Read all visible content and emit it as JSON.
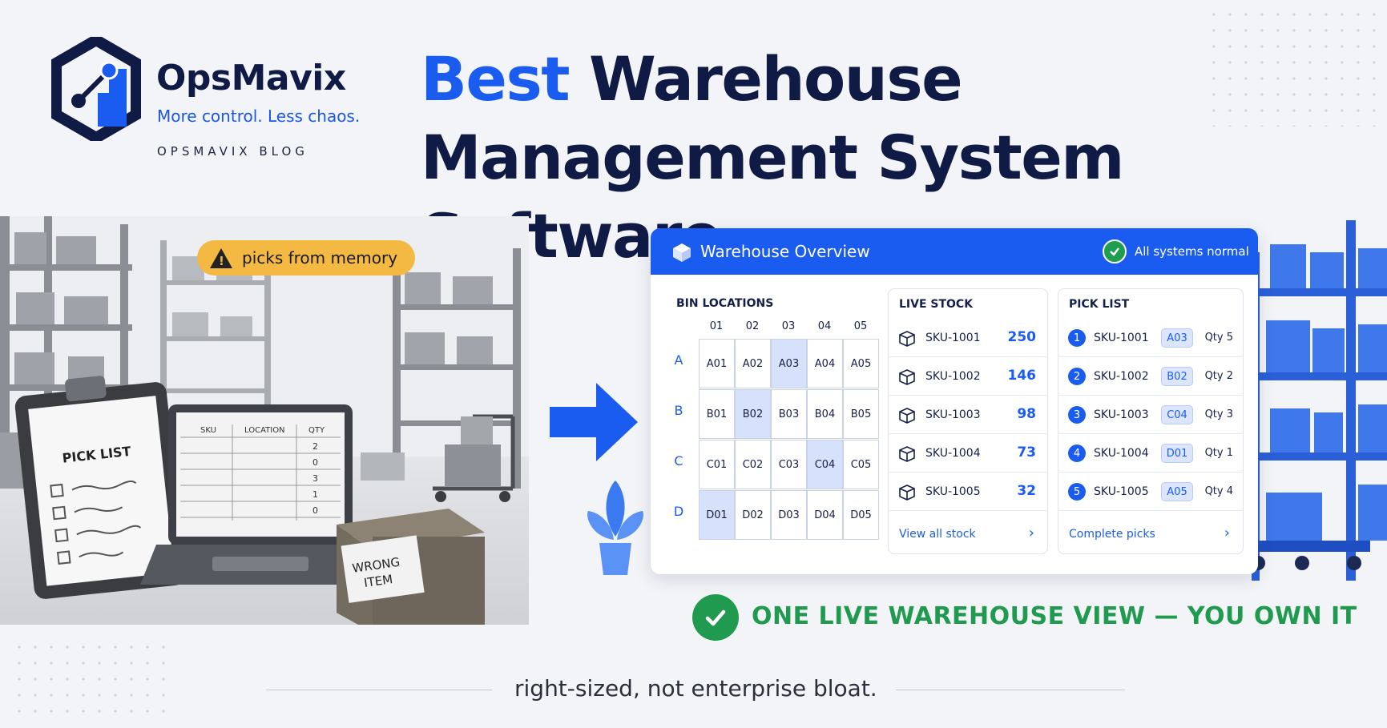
{
  "brand": {
    "name": "OpsMavix",
    "tagline": "More control. Less chaos.",
    "blog_label": "OPSMAVIX BLOG"
  },
  "headline": {
    "accent": "Best",
    "rest_line1": "Warehouse",
    "line2": "Management System Software"
  },
  "before_scene": {
    "callout": "picks from memory",
    "clipboard_title": "PICK LIST",
    "laptop_columns": [
      "SKU",
      "LOCATION",
      "QTY"
    ],
    "laptop_qty": [
      "2",
      "0",
      "3",
      "1",
      "0"
    ],
    "box_label_line1": "WRONG",
    "box_label_line2": "ITEM"
  },
  "dashboard": {
    "title": "Warehouse Overview",
    "status": "All systems normal",
    "bins": {
      "title": "BIN LOCATIONS",
      "columns": [
        "01",
        "02",
        "03",
        "04",
        "05"
      ],
      "rows": [
        "A",
        "B",
        "C",
        "D"
      ],
      "cells": [
        [
          "A01",
          "A02",
          "A03",
          "A04",
          "A05"
        ],
        [
          "B01",
          "B02",
          "B03",
          "B04",
          "B05"
        ],
        [
          "C01",
          "C02",
          "C03",
          "C04",
          "C05"
        ],
        [
          "D01",
          "D02",
          "D03",
          "D04",
          "D05"
        ]
      ],
      "highlighted": [
        "A03",
        "B02",
        "C04",
        "D01"
      ]
    },
    "live_stock": {
      "title": "LIVE STOCK",
      "items": [
        {
          "sku": "SKU-1001",
          "qty": "250"
        },
        {
          "sku": "SKU-1002",
          "qty": "146"
        },
        {
          "sku": "SKU-1003",
          "qty": "98"
        },
        {
          "sku": "SKU-1004",
          "qty": "73"
        },
        {
          "sku": "SKU-1005",
          "qty": "32"
        }
      ],
      "link": "View all stock"
    },
    "pick_list": {
      "title": "PICK LIST",
      "items": [
        {
          "n": "1",
          "sku": "SKU-1001",
          "loc": "A03",
          "qty": "Qty 5"
        },
        {
          "n": "2",
          "sku": "SKU-1002",
          "loc": "B02",
          "qty": "Qty 2"
        },
        {
          "n": "3",
          "sku": "SKU-1003",
          "loc": "C04",
          "qty": "Qty 3"
        },
        {
          "n": "4",
          "sku": "SKU-1004",
          "loc": "D01",
          "qty": "Qty 1"
        },
        {
          "n": "5",
          "sku": "SKU-1005",
          "loc": "A05",
          "qty": "Qty 4"
        }
      ],
      "link": "Complete picks"
    }
  },
  "ownership": "ONE LIVE WAREHOUSE VIEW — YOU OWN IT",
  "footer": "right-sized, not enterprise bloat.",
  "colors": {
    "accent": "#1a5cf0",
    "navy": "#0f1a45",
    "success": "#1f9a4f",
    "warning": "#f4b943"
  }
}
